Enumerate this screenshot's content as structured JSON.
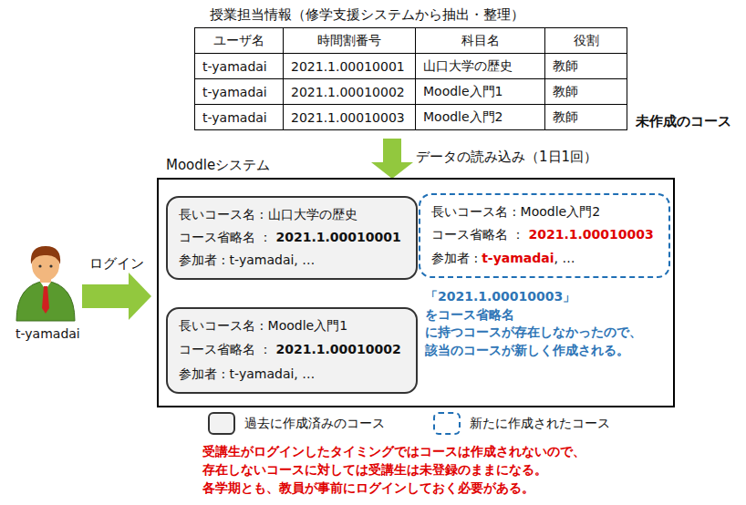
{
  "diagram": {
    "nodes": [
      {
        "text": [
          "Moodleシステム"
        ]
      },
      {
        "text": [
          "長いコース名 : 山口大学の歴史",
          "コース省略名 ：",
          "2021.1.00010001",
          "参加者 : t-yamadai, …"
        ],
        "in": 0
      },
      {
        "text": [
          "長いコース名 : Moodle入門2",
          "コース省略名 ：",
          "2021.1.00010003",
          "参加者 :",
          "t-yamadai",
          ", …"
        ],
        "in": 0
      },
      {
        "text": [
          "長いコース名 : Moodle入門1",
          "コース省略名 ：",
          "2021.1.00010002",
          "参加者 : t-yamadai, …"
        ],
        "in": 0
      }
    ],
    "labels": [
      "授業担当情報（修学支援システムから抽出・整理）",
      "ユーザ名",
      "時間割番号",
      "科目名",
      "役割",
      "t-yamadai",
      "2021.1.00010001",
      "山口大学の歴史",
      "教師",
      "t-yamadai",
      "2021.1.00010002",
      "Moodle入門1",
      "教師",
      "t-yamadai",
      "2021.1.00010003",
      "Moodle入門2",
      "教師",
      "未作成のコース",
      "データの読み込み（1日1回）",
      "ログイン",
      "t-yamadai",
      "「2021.1.00010003」をコース省略名 に持つコースが存在しなかったので、 該当のコースが新しく作成される。",
      "受講生がログインしたタイミングではコースは作成されないので、",
      "存在しないコースに対しては受講生は未登録のままになる。",
      "各学期とも、教員が事前にログインしておく必要がある。"
    ],
    "legend": [
      {
        "text": "過去に作成済みのコース",
        "color": "#f2f2f2"
      },
      {
        "text": "新たに作成されたコース"
      }
    ]
  }
}
